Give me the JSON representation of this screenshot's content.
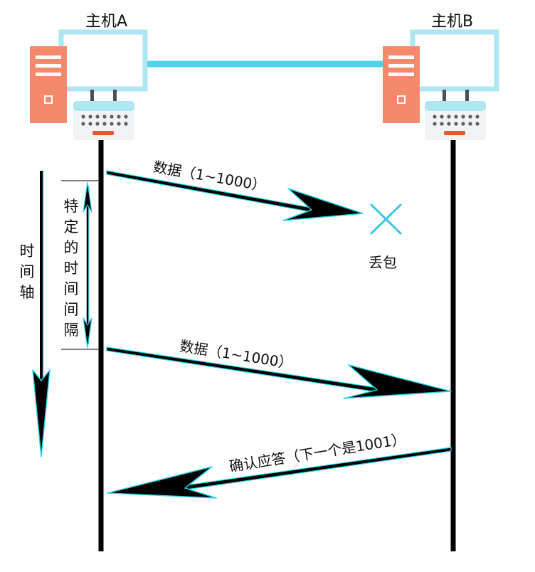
{
  "hosts": {
    "a_label": "主机A",
    "b_label": "主机B"
  },
  "timeline": {
    "label": "时间轴",
    "interval_label": "特定的时间间隔"
  },
  "messages": [
    {
      "label": "数据（1~1000）",
      "direction": "A→B",
      "lost": true
    },
    {
      "label": "数据（1~1000）",
      "direction": "A→B",
      "lost": false
    },
    {
      "label": "确认应答（下一个是1001）",
      "direction": "B→A",
      "lost": false
    }
  ],
  "loss": {
    "label": "丢包"
  },
  "colors": {
    "monitor": "#aee6f2",
    "link": "#4fd2ea",
    "tower": "#f4896b",
    "keyboard_key": "#5a5f6b",
    "keyboard_bar": "#e05a3a",
    "arrow": "#000000",
    "arrow_outline": "#22d3e6",
    "cross": "#41c7e6"
  }
}
